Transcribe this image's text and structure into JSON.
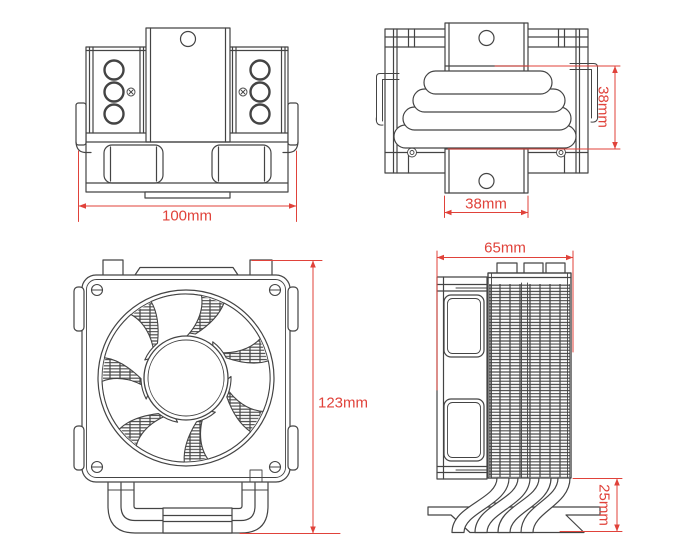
{
  "colors": {
    "line": "#444444",
    "dimension_red": "#e0423a",
    "background": "#ffffff"
  },
  "dimensions": {
    "top_width": "100mm",
    "heatpipe_stack_height": "38mm",
    "mount_plate_width": "38mm",
    "overall_height": "123mm",
    "side_depth": "65mm",
    "base_clearance": "25mm"
  }
}
